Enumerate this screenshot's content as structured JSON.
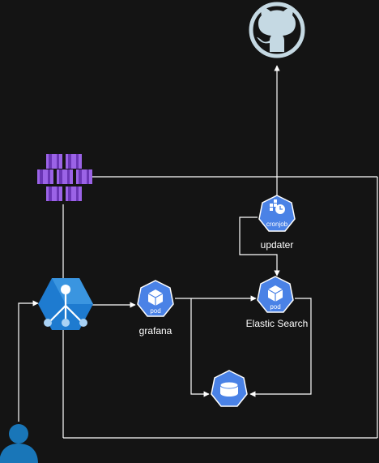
{
  "diagram": {
    "nodes": {
      "github": {
        "icon": "github-icon"
      },
      "aks_cluster": {
        "icon": "kubernetes-cluster-icon"
      },
      "ingress": {
        "icon": "load-balancer-icon"
      },
      "grafana": {
        "label": "grafana",
        "badge": "pod",
        "icon": "pod-icon"
      },
      "updater": {
        "label": "updater",
        "badge": "cronjob",
        "icon": "cronjob-icon"
      },
      "elastic": {
        "label": "Elastic Search",
        "badge": "pod",
        "icon": "pod-icon"
      },
      "storage": {
        "icon": "persistent-volume-icon"
      },
      "user": {
        "icon": "user-icon"
      }
    },
    "colors": {
      "background": "#141414",
      "line": "#ffffff",
      "k8s_blue": "#4a82e6",
      "lb_blue": "#1e7bd0",
      "github_gray": "#c5d9e3",
      "cube_purple": "#8a4fd6",
      "user_blue": "#1976b8"
    }
  }
}
